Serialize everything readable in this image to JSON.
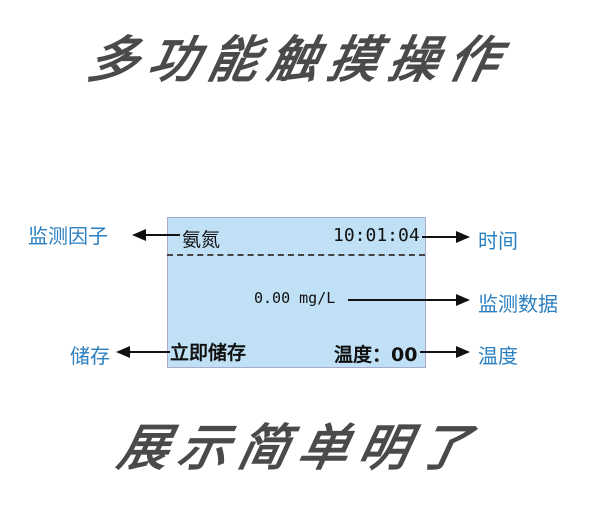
{
  "titles": {
    "top": "多功能触摸操作",
    "bottom": "展示简单明了"
  },
  "screen": {
    "factor": "氨氮",
    "time": "10:01:04",
    "value": "0.00 mg/L",
    "save": "立即储存",
    "temperature": "温度：00"
  },
  "labels": {
    "factor": "监测因子",
    "time": "时间",
    "data": "监测数据",
    "save": "储存",
    "temperature": "温度"
  }
}
